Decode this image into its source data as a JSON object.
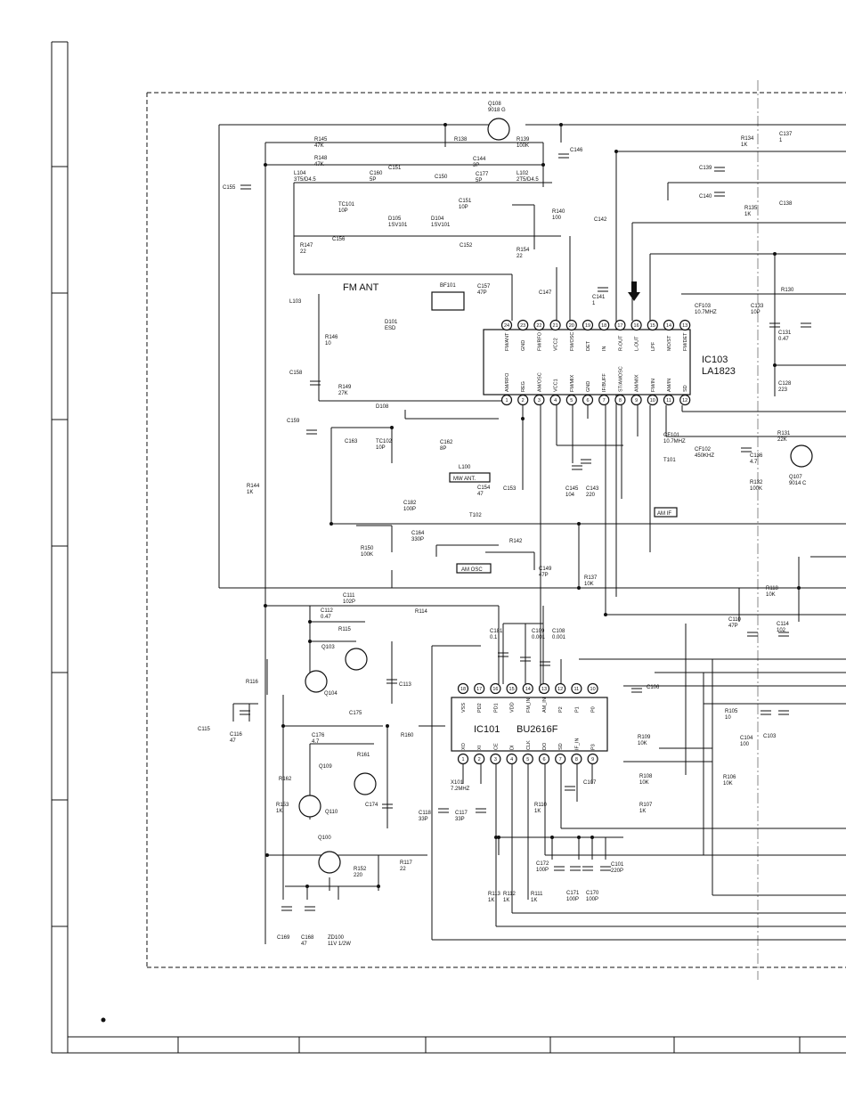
{
  "ics": [
    {
      "ref": "IC103",
      "part": "LA1823",
      "top_pins": [
        [
          "24",
          "FM/ANT"
        ],
        [
          "23",
          "GND"
        ],
        [
          "22",
          "FM/RFO"
        ],
        [
          "21",
          "VCC2"
        ],
        [
          "20",
          "FM/OSC"
        ],
        [
          "19",
          "DET"
        ],
        [
          "18",
          "IN"
        ],
        [
          "17",
          "R-OUT"
        ],
        [
          "16",
          "L-OUT"
        ],
        [
          "15",
          "LPF"
        ],
        [
          "14",
          "MO/ST"
        ],
        [
          "13",
          "FM/DET"
        ]
      ],
      "bottom_pins": [
        [
          "1",
          "AM/RFO"
        ],
        [
          "2",
          "REG"
        ],
        [
          "3",
          "AM/OSC"
        ],
        [
          "4",
          "VCC1"
        ],
        [
          "5",
          "FM/MIX"
        ],
        [
          "6",
          "GND"
        ],
        [
          "7",
          "IF/BUFF"
        ],
        [
          "8",
          "ST/AMOSC"
        ],
        [
          "9",
          "AM/MIX"
        ],
        [
          "10",
          "FM/IN"
        ],
        [
          "11",
          "AM/IN"
        ],
        [
          "12",
          "SD"
        ]
      ]
    },
    {
      "ref": "IC101",
      "part": "BU2616F",
      "top_pins": [
        [
          "18",
          "VSS"
        ],
        [
          "17",
          "PD2"
        ],
        [
          "16",
          "PD1"
        ],
        [
          "15",
          "VDD"
        ],
        [
          "14",
          "FM_IN"
        ],
        [
          "13",
          "AM_IN"
        ],
        [
          "12",
          "P2"
        ],
        [
          "11",
          "P1"
        ],
        [
          "10",
          "P0"
        ]
      ],
      "bottom_pins": [
        [
          "1",
          "XO"
        ],
        [
          "2",
          "XI"
        ],
        [
          "3",
          "CE"
        ],
        [
          "4",
          "DI"
        ],
        [
          "5",
          "CLK"
        ],
        [
          "6",
          "DO"
        ],
        [
          "7",
          "SD"
        ],
        [
          "8",
          "IF_IN"
        ],
        [
          "9",
          "P3"
        ]
      ]
    }
  ],
  "labels": {
    "fm_ant": "FM  ANT",
    "mw_ant": "MW  ANT.",
    "am_osc": "AM  OSC",
    "am_if": "AM  IF"
  },
  "parts": [
    [
      "Q108",
      "9018 G"
    ],
    [
      "R138",
      ""
    ],
    [
      "R139",
      "100K"
    ],
    [
      "C144",
      "3P"
    ],
    [
      "C146",
      ""
    ],
    [
      "R134",
      "1K"
    ],
    [
      "C137",
      "1"
    ],
    [
      "R145",
      "47K"
    ],
    [
      "R148",
      "47K"
    ],
    [
      "L104",
      "3T5/D4.5"
    ],
    [
      "C160",
      "5P"
    ],
    [
      "C151",
      ""
    ],
    [
      "C150",
      ""
    ],
    [
      "C177",
      "5P"
    ],
    [
      "L102",
      "2T5/D4.5"
    ],
    [
      "C155",
      ""
    ],
    [
      "TC101",
      "10P"
    ],
    [
      "D105",
      "1SV101"
    ],
    [
      "D104",
      "1SV101"
    ],
    [
      "C151",
      "10P"
    ],
    [
      "R140",
      "100"
    ],
    [
      "C139",
      ""
    ],
    [
      "C140",
      ""
    ],
    [
      "R135",
      "1K"
    ],
    [
      "C138",
      ""
    ],
    [
      "C156",
      ""
    ],
    [
      "C152",
      ""
    ],
    [
      "R154",
      "22"
    ],
    [
      "R147",
      "22"
    ],
    [
      "C142",
      ""
    ],
    [
      "BF101",
      ""
    ],
    [
      "C157",
      "47P"
    ],
    [
      "C147",
      ""
    ],
    [
      "C141",
      "1"
    ],
    [
      "L103",
      ""
    ],
    [
      "D101",
      "ESD"
    ],
    [
      "R146",
      "10"
    ],
    [
      "CF103",
      "10.7MHZ"
    ],
    [
      "C133",
      "10P"
    ],
    [
      "R130",
      ""
    ],
    [
      "C131",
      "0.47"
    ],
    [
      "C158",
      ""
    ],
    [
      "R149",
      "27K"
    ],
    [
      "D108",
      ""
    ],
    [
      "C128",
      "223"
    ],
    [
      "C159",
      ""
    ],
    [
      "C163",
      ""
    ],
    [
      "TC102",
      "10P"
    ],
    [
      "C162",
      "8P"
    ],
    [
      "L100",
      ""
    ],
    [
      "C154",
      "47"
    ],
    [
      "C153",
      ""
    ],
    [
      "C145",
      "104"
    ],
    [
      "C143",
      "220"
    ],
    [
      "CF101",
      "10.7MHZ"
    ],
    [
      "CF102",
      "450KHZ"
    ],
    [
      "T101",
      ""
    ],
    [
      "C136",
      "4.7"
    ],
    [
      "R131",
      "22K"
    ],
    [
      "Q107",
      "9014 C"
    ],
    [
      "R132",
      "100K"
    ],
    [
      "R144",
      "1K"
    ],
    [
      "C182",
      "100P"
    ],
    [
      "C164",
      "330P"
    ],
    [
      "T102",
      ""
    ],
    [
      "R142",
      ""
    ],
    [
      "R150",
      "100K"
    ],
    [
      "C149",
      "47P"
    ],
    [
      "R137",
      "10K"
    ],
    [
      "C111",
      "102P"
    ],
    [
      "R114",
      ""
    ],
    [
      "R118",
      "10K"
    ],
    [
      "C112",
      "0.47"
    ],
    [
      "R115",
      ""
    ],
    [
      "C181",
      "0.1"
    ],
    [
      "C109",
      "0.001"
    ],
    [
      "C108",
      "0.001"
    ],
    [
      "C110",
      "47P"
    ],
    [
      "C114",
      "102"
    ],
    [
      "Q103",
      ""
    ],
    [
      "Q104",
      ""
    ],
    [
      "C113",
      ""
    ],
    [
      "R116",
      ""
    ],
    [
      "C106",
      ""
    ],
    [
      "R105",
      "10"
    ],
    [
      "C115",
      ""
    ],
    [
      "C116",
      "47"
    ],
    [
      "C175",
      ""
    ],
    [
      "R160",
      ""
    ],
    [
      "C104",
      "100"
    ],
    [
      "C103",
      ""
    ],
    [
      "C176",
      "4.7"
    ],
    [
      "R161",
      ""
    ],
    [
      "R109",
      "10K"
    ],
    [
      "Q109",
      ""
    ],
    [
      "R162",
      ""
    ],
    [
      "R108",
      "10K"
    ],
    [
      "C107",
      ""
    ],
    [
      "R107",
      "1K"
    ],
    [
      "R106",
      "10K"
    ],
    [
      "X101",
      "7.2MHZ"
    ],
    [
      "R110",
      "1K"
    ],
    [
      "R153",
      "1K"
    ],
    [
      "Q110",
      ""
    ],
    [
      "C174",
      ""
    ],
    [
      "C118",
      "33P"
    ],
    [
      "C117",
      "33P"
    ],
    [
      "Q100",
      ""
    ],
    [
      "R117",
      "22"
    ],
    [
      "R152",
      "220"
    ],
    [
      "C172",
      "100P"
    ],
    [
      "C171",
      "100P"
    ],
    [
      "C170",
      "100P"
    ],
    [
      "C101",
      "220P"
    ],
    [
      "R113",
      "1K"
    ],
    [
      "R112",
      "1K"
    ],
    [
      "R111",
      "1K"
    ],
    [
      "C169",
      ""
    ],
    [
      "C168",
      "47"
    ],
    [
      "ZD100",
      "11V 1/2W"
    ]
  ]
}
